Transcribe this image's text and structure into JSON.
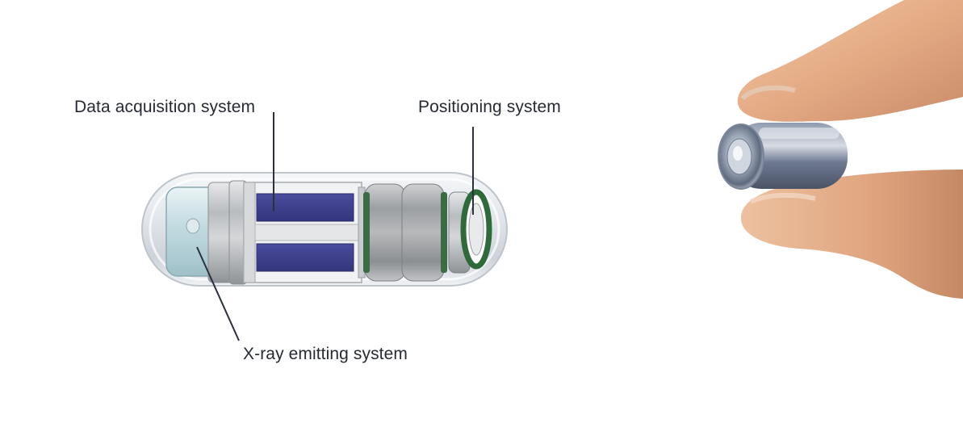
{
  "diagram": {
    "labels": {
      "data_acquisition": "Data acquisition system",
      "positioning": "Positioning system",
      "xray_emitting": "X-ray emitting system"
    },
    "colors": {
      "leader_line": "#2b3040",
      "detector_panel": "#3d3f8f",
      "seal_ring": "#2f6b3a",
      "capsule_shell": "#d9dde3"
    }
  }
}
